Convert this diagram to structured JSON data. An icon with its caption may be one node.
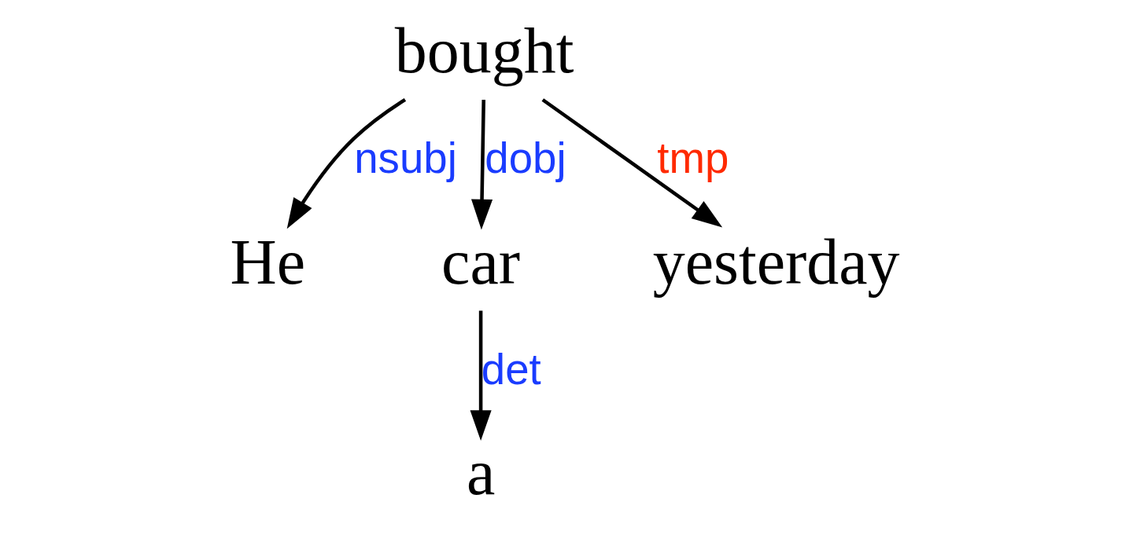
{
  "diagram": {
    "nodes": [
      {
        "text": [
          "bought"
        ]
      },
      {
        "text": [
          "He"
        ]
      },
      {
        "text": [
          "car"
        ]
      },
      {
        "text": [
          "yesterday"
        ]
      },
      {
        "text": [
          "a"
        ]
      }
    ],
    "edges": [
      {
        "from": 0,
        "to": 1,
        "arrow": "to",
        "label": "nsubj"
      },
      {
        "from": 0,
        "to": 2,
        "arrow": "to",
        "label": "dobj"
      },
      {
        "from": 0,
        "to": 3,
        "arrow": "to",
        "label": "tmp"
      },
      {
        "from": 2,
        "to": 4,
        "arrow": "to",
        "label": "det"
      }
    ]
  }
}
